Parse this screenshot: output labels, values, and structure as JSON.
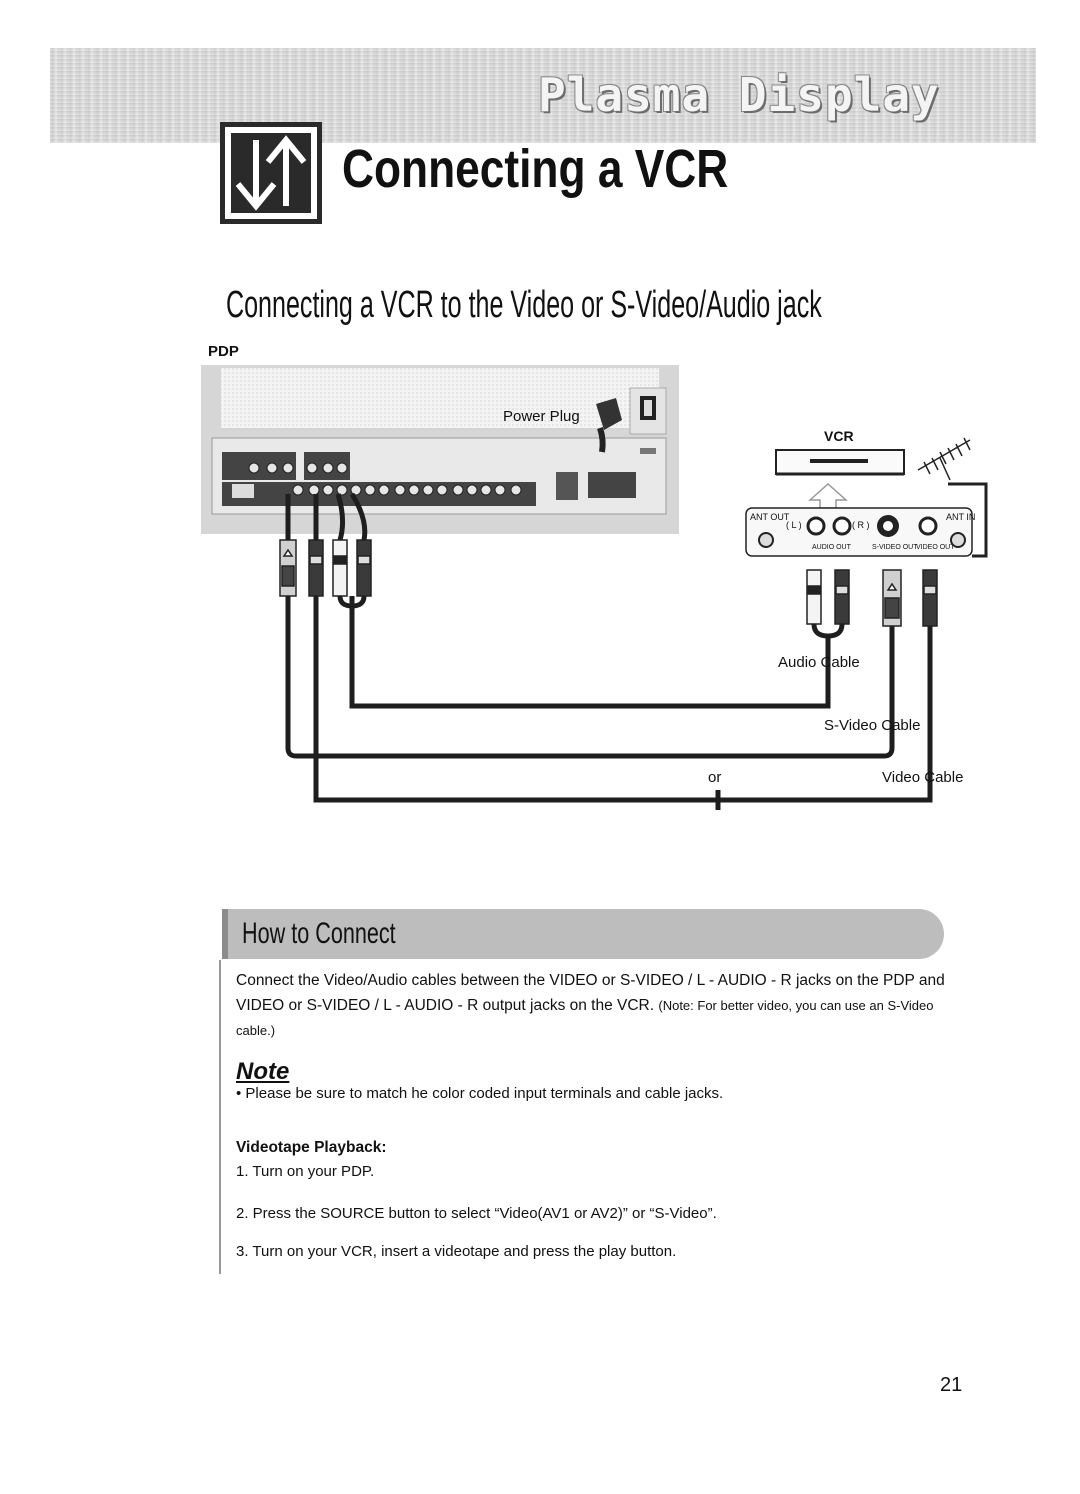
{
  "header": {
    "banner_title": "Plasma Display",
    "page_title": "Connecting a VCR",
    "logo_icon": "up-down-arrows-icon"
  },
  "section": {
    "subtitle": "Connecting a VCR to the Video or S-Video/Audio jack"
  },
  "diagram": {
    "pdp_label": "PDP",
    "power_plug_label": "Power Plug",
    "vcr_label": "VCR",
    "ant_out_label": "ANT OUT",
    "ant_in_label": "ANT IN",
    "left_label": "( L )",
    "right_label": "( R )",
    "audio_out_label": "AUDIO OUT",
    "svideo_out_label": "S-VIDEO OUT",
    "video_out_label": "VIDEO OUT",
    "audio_cable_label": "Audio Cable",
    "svideo_cable_label": "S-Video Cable",
    "video_cable_label": "Video Cable",
    "or_label": "or"
  },
  "how_to_connect": {
    "title": "How to Connect",
    "paragraph_main": "Connect the Video/Audio cables between the VIDEO or S-VIDEO / L - AUDIO - R jacks on the PDP and VIDEO or S-VIDEO / L - AUDIO - R output jacks on the VCR.",
    "paragraph_note": "(Note: For better video, you can use an S-Video cable.)"
  },
  "note": {
    "title": "Note",
    "item": "•  Please be sure to match he color coded input terminals and cable jacks."
  },
  "videotape": {
    "heading": "Videotape Playback:",
    "steps": [
      "1.  Turn on your PDP.",
      "2.  Press the SOURCE button to select “Video(AV1 or AV2)” or “S-Video”.",
      "3.  Turn on your VCR, insert a videotape and press the play button."
    ]
  },
  "page_number": "21"
}
